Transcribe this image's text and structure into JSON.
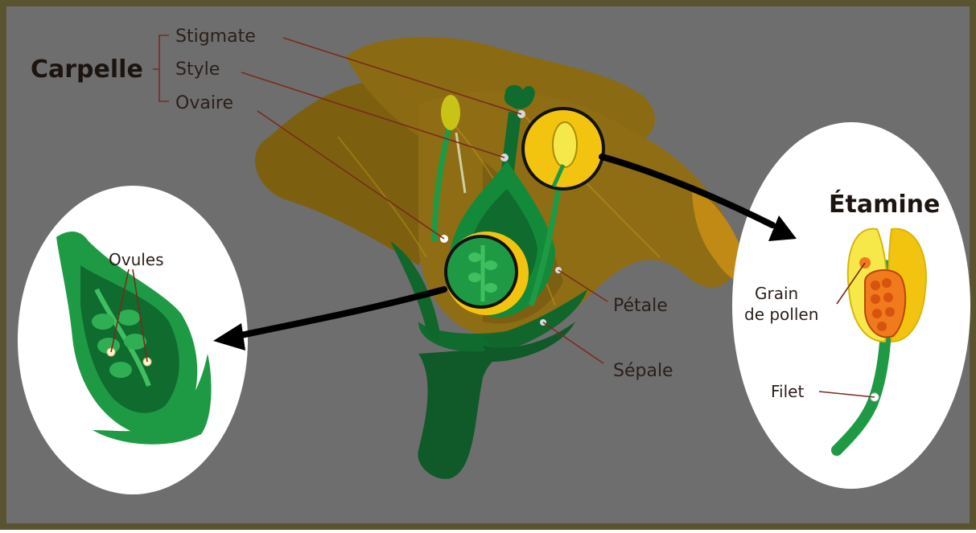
{
  "labels": {
    "carpelle": "Carpelle",
    "stigmate": "Stigmate",
    "style": "Style",
    "ovaire": "Ovaire",
    "ovules": "Ovules",
    "petale": "Pétale",
    "sepale": "Sépale",
    "etamine": "Étamine",
    "grain_line1": "Grain",
    "grain_line2": "de pollen",
    "filet": "Filet"
  },
  "colors": {
    "background": "#6e6e6e",
    "frame": "#5a5330",
    "petal": "#8a6a12",
    "petal_shadow": "#6e5410",
    "green_dark": "#0f6b2e",
    "green_mid": "#1e9a45",
    "green_light": "#3fbf5f",
    "yellow": "#f2c410",
    "yellow_light": "#f7e84a",
    "pollen": "#f07a1c",
    "leader": "#7a2a1e"
  }
}
